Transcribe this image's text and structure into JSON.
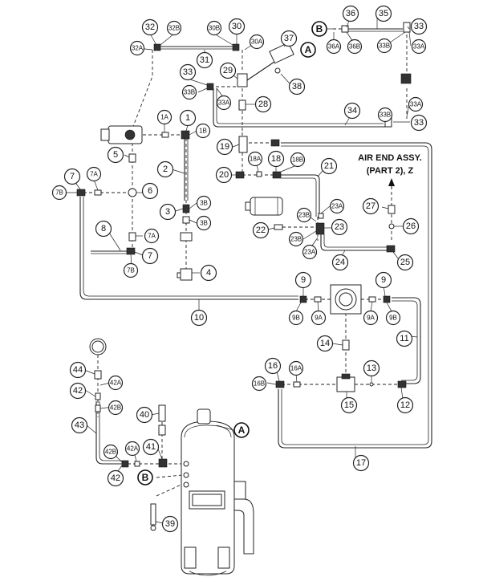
{
  "note": {
    "line1": "AIR END ASSY.",
    "line2": "(PART 2), Z"
  },
  "callouts": [
    {
      "id": "c32",
      "label": "32"
    },
    {
      "id": "c32B",
      "label": "32B"
    },
    {
      "id": "c32A",
      "label": "32A"
    },
    {
      "id": "c30B",
      "label": "30B"
    },
    {
      "id": "c30",
      "label": "30"
    },
    {
      "id": "c30A",
      "label": "30A"
    },
    {
      "id": "c31",
      "label": "31"
    },
    {
      "id": "c37",
      "label": "37"
    },
    {
      "id": "c29",
      "label": "29"
    },
    {
      "id": "c38",
      "label": "38"
    },
    {
      "id": "c33a",
      "label": "33"
    },
    {
      "id": "c33Ba",
      "label": "33B"
    },
    {
      "id": "c33Aa",
      "label": "33A"
    },
    {
      "id": "c28",
      "label": "28"
    },
    {
      "id": "c36",
      "label": "36"
    },
    {
      "id": "c35",
      "label": "35"
    },
    {
      "id": "c33b",
      "label": "33"
    },
    {
      "id": "c36A",
      "label": "36A"
    },
    {
      "id": "c36B",
      "label": "36B"
    },
    {
      "id": "c33Bb",
      "label": "33B"
    },
    {
      "id": "c33Ab",
      "label": "33A"
    },
    {
      "id": "c33Ac",
      "label": "33A"
    },
    {
      "id": "c33Bc",
      "label": "33B"
    },
    {
      "id": "c33c",
      "label": "33"
    },
    {
      "id": "c34",
      "label": "34"
    },
    {
      "id": "c1A",
      "label": "1A"
    },
    {
      "id": "c1",
      "label": "1"
    },
    {
      "id": "c1B",
      "label": "1B"
    },
    {
      "id": "c19",
      "label": "19"
    },
    {
      "id": "c18A",
      "label": "18A"
    },
    {
      "id": "c18",
      "label": "18"
    },
    {
      "id": "c18B",
      "label": "18B"
    },
    {
      "id": "c5",
      "label": "5"
    },
    {
      "id": "c2",
      "label": "2"
    },
    {
      "id": "c20",
      "label": "20"
    },
    {
      "id": "c21",
      "label": "21"
    },
    {
      "id": "c7a",
      "label": "7"
    },
    {
      "id": "c7Aa",
      "label": "7A"
    },
    {
      "id": "c7Ba",
      "label": "7B"
    },
    {
      "id": "c6",
      "label": "6"
    },
    {
      "id": "c3",
      "label": "3"
    },
    {
      "id": "c3Ba",
      "label": "3B"
    },
    {
      "id": "c3Bb",
      "label": "3B"
    },
    {
      "id": "c27",
      "label": "27"
    },
    {
      "id": "c26",
      "label": "26"
    },
    {
      "id": "c23Aa",
      "label": "23A"
    },
    {
      "id": "c23Ba",
      "label": "23B"
    },
    {
      "id": "c23",
      "label": "23"
    },
    {
      "id": "c23Bb",
      "label": "23B"
    },
    {
      "id": "c23Ab",
      "label": "23A"
    },
    {
      "id": "c22",
      "label": "22"
    },
    {
      "id": "c8",
      "label": "8"
    },
    {
      "id": "c7Ab",
      "label": "7A"
    },
    {
      "id": "c7b",
      "label": "7"
    },
    {
      "id": "c7Bb",
      "label": "7B"
    },
    {
      "id": "c24",
      "label": "24"
    },
    {
      "id": "c25",
      "label": "25"
    },
    {
      "id": "c4",
      "label": "4"
    },
    {
      "id": "c9a",
      "label": "9"
    },
    {
      "id": "c9b",
      "label": "9"
    },
    {
      "id": "c10",
      "label": "10"
    },
    {
      "id": "c9Ba",
      "label": "9B"
    },
    {
      "id": "c9Aa",
      "label": "9A"
    },
    {
      "id": "c9Ab",
      "label": "9A"
    },
    {
      "id": "c9Bb",
      "label": "9B"
    },
    {
      "id": "c11",
      "label": "11"
    },
    {
      "id": "c14",
      "label": "14"
    },
    {
      "id": "c16",
      "label": "16"
    },
    {
      "id": "c16A",
      "label": "16A"
    },
    {
      "id": "c13",
      "label": "13"
    },
    {
      "id": "c16B",
      "label": "16B"
    },
    {
      "id": "c15",
      "label": "15"
    },
    {
      "id": "c12",
      "label": "12"
    },
    {
      "id": "c44",
      "label": "44"
    },
    {
      "id": "c42Aa",
      "label": "42A"
    },
    {
      "id": "c42a",
      "label": "42"
    },
    {
      "id": "c42Ba",
      "label": "42B"
    },
    {
      "id": "c40",
      "label": "40"
    },
    {
      "id": "c43",
      "label": "43"
    },
    {
      "id": "c41",
      "label": "41"
    },
    {
      "id": "c42Bb",
      "label": "42B"
    },
    {
      "id": "c42Ab",
      "label": "42A"
    },
    {
      "id": "c42b",
      "label": "42"
    },
    {
      "id": "c17",
      "label": "17"
    },
    {
      "id": "c39",
      "label": "39"
    }
  ],
  "letters": [
    {
      "id": "A1",
      "label": "A"
    },
    {
      "id": "B1",
      "label": "B"
    },
    {
      "id": "A2",
      "label": "A"
    },
    {
      "id": "B2",
      "label": "B"
    }
  ]
}
